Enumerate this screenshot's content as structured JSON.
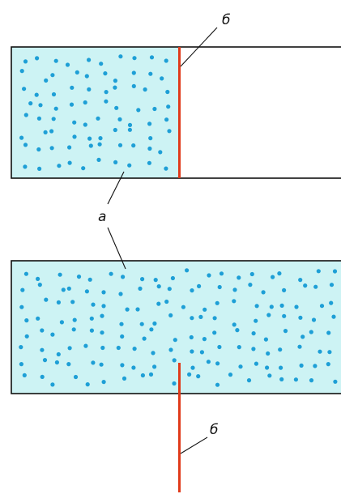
{
  "labels": {
    "gas": "а",
    "partition_top": "б",
    "partition_bottom": "б"
  },
  "colors": {
    "gas_fill": "#cdf3f4",
    "particle": "#1e9fd6",
    "partition": "#e03a1a",
    "outline": "#111111",
    "background": "#ffffff"
  }
}
